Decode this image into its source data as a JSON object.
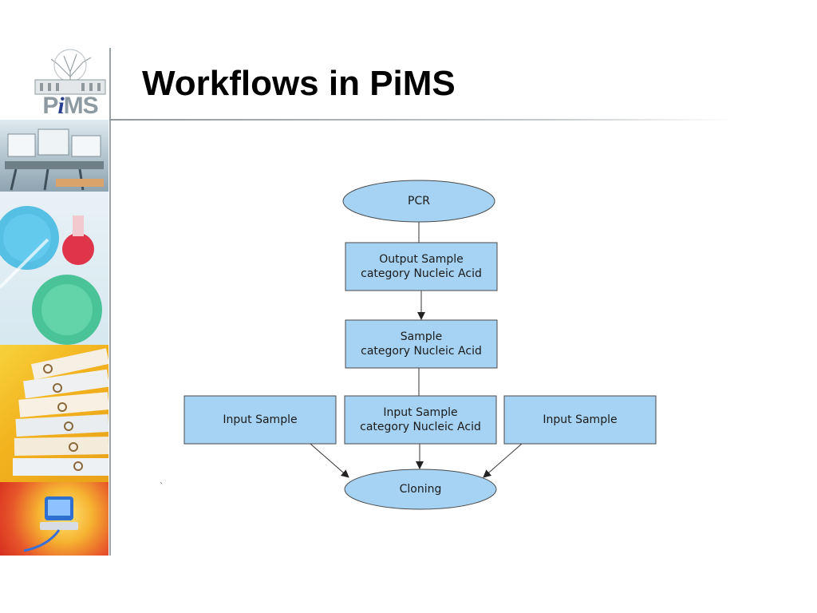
{
  "slide": {
    "title": "Workflows in PiMS"
  },
  "logo": {
    "text_prefix": "P",
    "text_i": "i",
    "text_suffix": "MS"
  },
  "stray_mark": "`",
  "diagram": {
    "nodes": {
      "pcr": {
        "shape": "ellipse",
        "lines": [
          "PCR"
        ]
      },
      "output_sample": {
        "shape": "rect",
        "lines": [
          "Output Sample",
          "category Nucleic Acid"
        ]
      },
      "sample": {
        "shape": "rect",
        "lines": [
          "Sample",
          "category Nucleic Acid"
        ]
      },
      "input_left": {
        "shape": "rect",
        "lines": [
          "Input Sample"
        ]
      },
      "input_center": {
        "shape": "rect",
        "lines": [
          "Input Sample",
          "category Nucleic Acid"
        ]
      },
      "input_right": {
        "shape": "rect",
        "lines": [
          "Input Sample"
        ]
      },
      "cloning": {
        "shape": "ellipse",
        "lines": [
          "Cloning"
        ]
      }
    },
    "edges": [
      {
        "from": "pcr",
        "to": "output_sample",
        "arrow": false
      },
      {
        "from": "output_sample",
        "to": "sample",
        "arrow": true
      },
      {
        "from": "sample",
        "to": "input_center",
        "arrow": false
      },
      {
        "from": "input_center",
        "to": "cloning",
        "arrow": true
      },
      {
        "from": "input_left",
        "to": "cloning",
        "arrow": true
      },
      {
        "from": "input_right",
        "to": "cloning",
        "arrow": true
      }
    ],
    "colors": {
      "fill": "#a6d3f3",
      "stroke": "#4a4a4a",
      "text": "#1b1b1b"
    }
  }
}
